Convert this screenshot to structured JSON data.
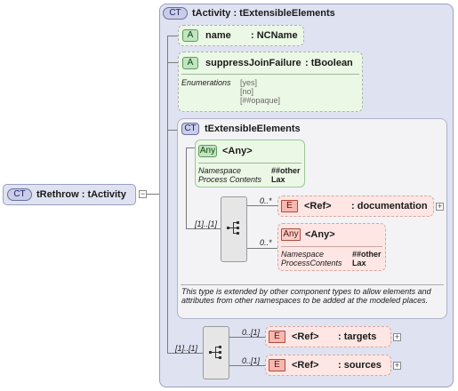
{
  "root": {
    "tag": "CT",
    "label": "tRethrow : tActivity",
    "expander": "−"
  },
  "main_type": {
    "tag": "CT",
    "title": "tActivity  : tExtensibleElements"
  },
  "attr_name": {
    "tag": "A",
    "name": "name",
    "type": ": NCName"
  },
  "attr_suppress": {
    "tag": "A",
    "name": "suppressJoinFailure",
    "type": ": tBoolean",
    "enum_label": "Enumerations",
    "enum_values": [
      "[yes]",
      "[no]",
      "[##opaque]"
    ]
  },
  "ext_elements": {
    "tag": "CT",
    "title": "tExtensibleElements",
    "any1": {
      "tag": "Any",
      "name": "<Any>",
      "ns_label": "Namespace",
      "ns_value": "##other",
      "pc_label": "Process Contents",
      "pc_value": "Lax"
    },
    "seq_mult": "[1]..[1]",
    "documentation": {
      "mult": "0..*",
      "tag": "E",
      "ref": "<Ref>",
      "name": ": documentation",
      "expander": "+"
    },
    "any2": {
      "mult": "0..*",
      "tag": "Any",
      "name": "<Any>",
      "ns_label": "Namespace",
      "ns_value": "##other",
      "pc_label": "ProcessContents",
      "pc_value": "Lax"
    },
    "note": "This type is extended by other component types to allow elements and attributes from other namespaces to be added at the modeled places."
  },
  "outer_seq": {
    "mult": "[1]..[1]",
    "targets": {
      "mult": "0..[1]",
      "tag": "E",
      "ref": "<Ref>",
      "name": ": targets",
      "expander": "+"
    },
    "sources": {
      "mult": "0..[1]",
      "tag": "E",
      "ref": "<Ref>",
      "name": ": sources",
      "expander": "+"
    }
  },
  "colors": {
    "ct_panel": "#dfe2f1",
    "ct_border": "#9a9fc4",
    "ext_panel": "#f3f3f6",
    "attr_green": "#ecf8e6",
    "ref_pink": "#fde6e3",
    "seq_gray": "#e6e6e6"
  }
}
